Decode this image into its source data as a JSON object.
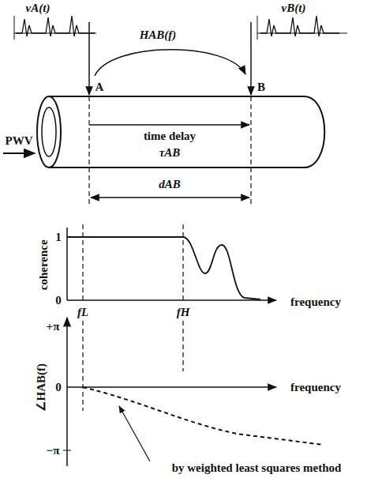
{
  "diagram": {
    "labels": [
      "vA(t)",
      "A",
      "HAB(f)",
      "vB(t)",
      "B",
      "PWV",
      "time delay",
      "τAB",
      "dAB",
      "coherence",
      "1",
      "0",
      "fL",
      "fH",
      "frequency",
      "∠HAB(f)",
      "+π",
      "0",
      "frequency",
      "−π",
      "by weighted least squares method"
    ]
  }
}
